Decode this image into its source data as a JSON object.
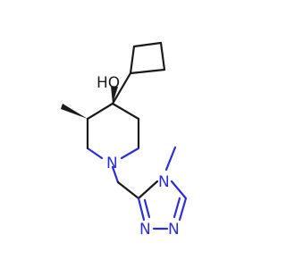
{
  "molecule": {
    "atoms": {
      "hydroxyl": "HO",
      "ring_nitrogen": "N",
      "triazole_n_methyl": "N",
      "triazole_n1": "N",
      "triazole_n2": "N"
    },
    "colors": {
      "carbon_bonds": "#1a1a1a",
      "nitrogen": "#2d2dd6",
      "background": "#ffffff"
    }
  }
}
